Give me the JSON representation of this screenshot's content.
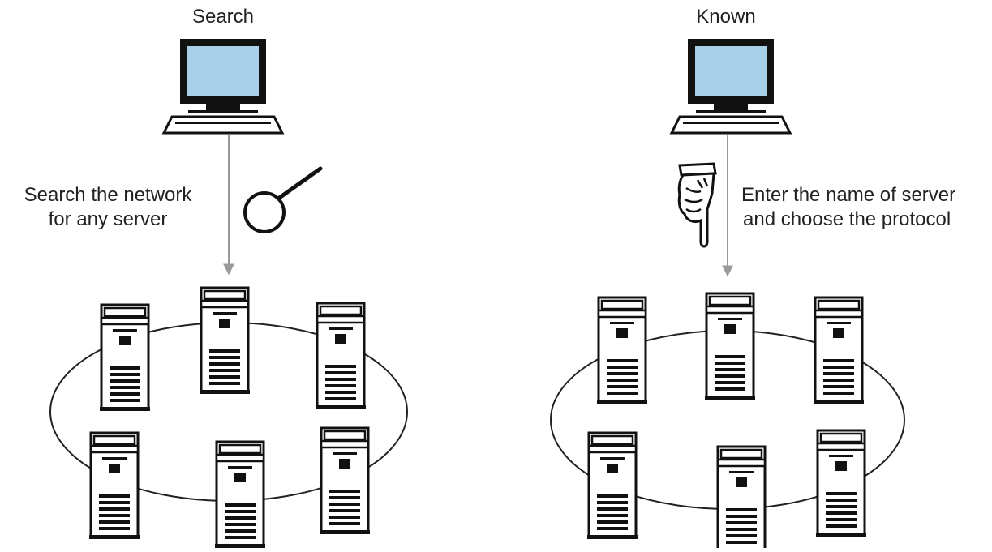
{
  "panels": {
    "left": {
      "title": "Search",
      "caption_line1": "Search the network",
      "caption_line2": "for any server",
      "tool_icon": "magnifier-icon",
      "server_count": 6
    },
    "right": {
      "title": "Known",
      "caption_line1": "Enter the name of server",
      "caption_line2": "and choose the protocol",
      "tool_icon": "pointing-hand-icon",
      "server_count": 6
    }
  },
  "colors": {
    "screen": "#a8d0e8",
    "ink": "#111111",
    "arrow": "#999999",
    "ring": "#222222"
  }
}
